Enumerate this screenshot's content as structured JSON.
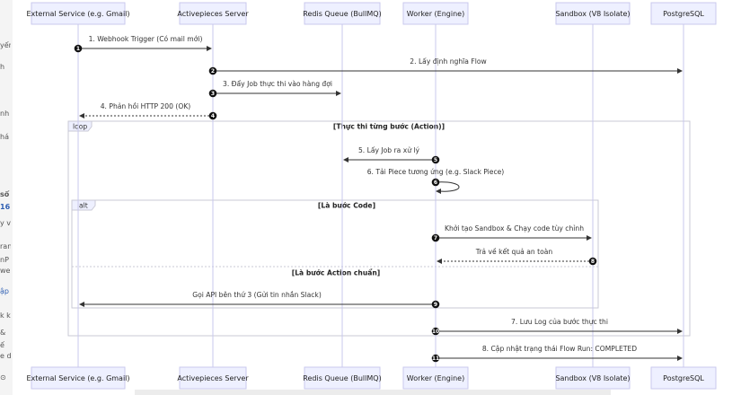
{
  "participants": [
    {
      "id": "ext",
      "label": "External Service (e.g. Gmail)"
    },
    {
      "id": "server",
      "label": "Activepieces Server"
    },
    {
      "id": "redis",
      "label": "Redis Queue (BullMQ)"
    },
    {
      "id": "worker",
      "label": "Worker (Engine)"
    },
    {
      "id": "sandbox",
      "label": "Sandbox (V8 Isolate)"
    },
    {
      "id": "pg",
      "label": "PostgreSQL"
    }
  ],
  "messages": [
    {
      "from": "ext",
      "to": "server",
      "label": "1. Webhook Trigger (Có mail mới)",
      "badge": "1",
      "style": "solid"
    },
    {
      "from": "server",
      "to": "pg",
      "label": "2. Lấy định nghĩa Flow",
      "badge": "2",
      "style": "solid"
    },
    {
      "from": "server",
      "to": "redis",
      "label": "3. Đẩy Job thực thi vào hàng đợi",
      "badge": "3",
      "style": "solid"
    },
    {
      "from": "server",
      "to": "ext",
      "label": "4. Phản hồi HTTP 200 (OK)",
      "badge": "4",
      "style": "dotted"
    },
    {
      "from": "worker",
      "to": "redis",
      "label": "5. Lấy Job ra xử lý",
      "badge": "5",
      "style": "solid"
    },
    {
      "from": "worker",
      "to": "worker",
      "label": "6. Tải Piece tương ứng (e.g. Slack Piece)",
      "badge": "6",
      "style": "self"
    },
    {
      "from": "worker",
      "to": "sandbox",
      "label": "Khởi tạo Sandbox & Chạy code tùy chỉnh",
      "badge": "7",
      "style": "solid"
    },
    {
      "from": "sandbox",
      "to": "worker",
      "label": "Trả về kết quả an toàn",
      "badge": "8",
      "style": "dotted"
    },
    {
      "from": "worker",
      "to": "ext",
      "label": "Gọi API bên thứ 3 (Gửi tin nhắn Slack)",
      "badge": "9",
      "style": "solid"
    },
    {
      "from": "worker",
      "to": "pg",
      "label": "7. Lưu Log của bước thực thi",
      "badge": "10",
      "style": "solid"
    },
    {
      "from": "worker",
      "to": "pg",
      "label": "8. Cập nhật trạng thái Flow Run: COMPLETED",
      "badge": "11",
      "style": "solid"
    }
  ],
  "fragments": {
    "loop": {
      "tag": "loop",
      "condition": "[Thực thi từng bước (Action)]"
    },
    "alt": {
      "tag": "alt",
      "condition": "[Là bước Code]",
      "else_condition": "[Là bước Action chuẩn]"
    }
  },
  "left_gutter": [
    "yến",
    "h",
    "nh",
    "há",
    "sổ",
    "16",
    "y v",
    "ran",
    "nP",
    "we",
    "ập",
    "k k",
    "&",
    "ế",
    "e di",
    "⊙"
  ],
  "colors": {
    "participant_fill": "#eef0ff",
    "participant_stroke": "#c9c9ee",
    "badge": "#111111",
    "line": "#333333"
  }
}
